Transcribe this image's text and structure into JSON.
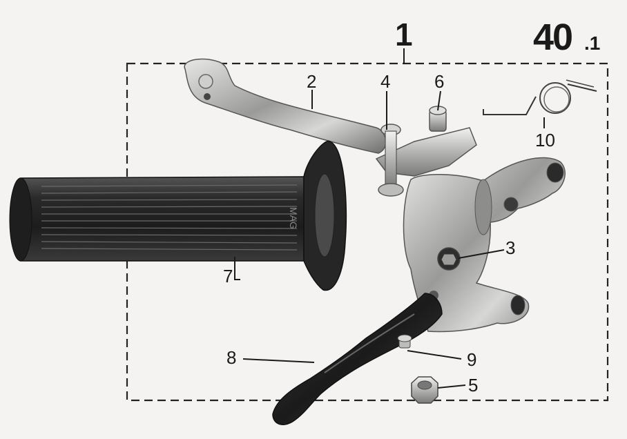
{
  "plate": {
    "main": "40",
    "sub": ".1"
  },
  "assembly_number": "1",
  "grip_marking": "MAG",
  "callouts": [
    {
      "id": "2",
      "label": "2"
    },
    {
      "id": "3",
      "label": "3"
    },
    {
      "id": "4",
      "label": "4"
    },
    {
      "id": "5",
      "label": "5"
    },
    {
      "id": "6",
      "label": "6"
    },
    {
      "id": "7",
      "label": "7"
    },
    {
      "id": "8",
      "label": "8"
    },
    {
      "id": "9",
      "label": "9"
    },
    {
      "id": "10",
      "label": "10"
    }
  ]
}
